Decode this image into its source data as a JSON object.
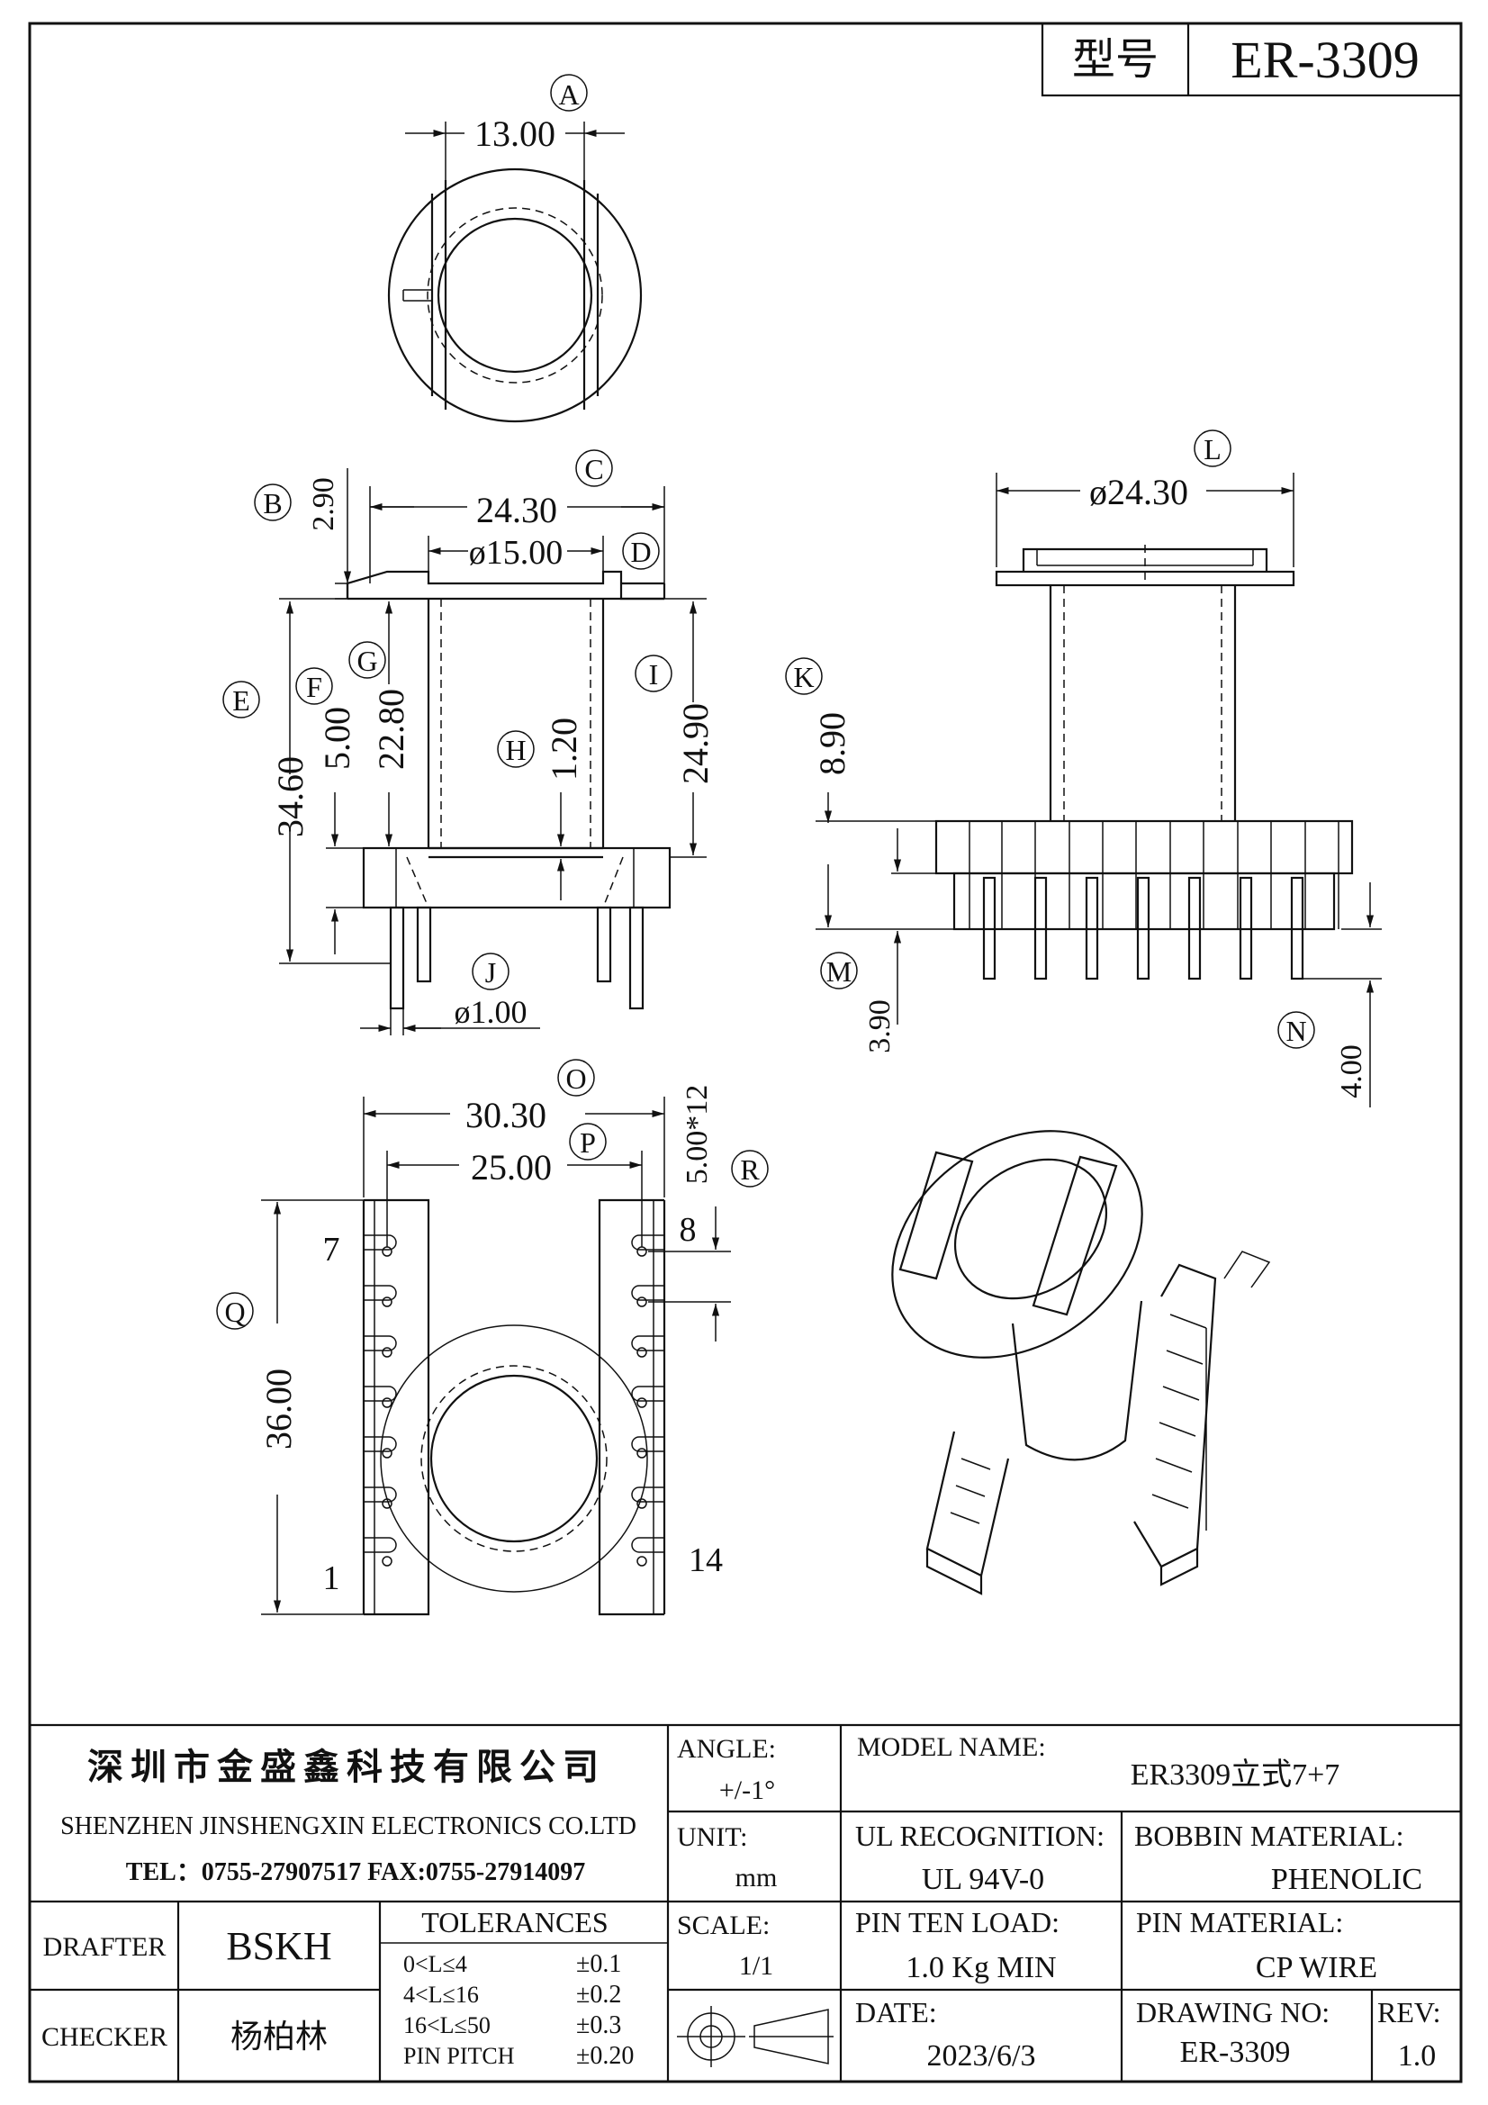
{
  "title_box": {
    "label": "型号",
    "model": "ER-3309"
  },
  "dimensions": {
    "A": {
      "tag": "A",
      "value": "13.00"
    },
    "B": {
      "tag": "B",
      "value": "2.90"
    },
    "C": {
      "tag": "C",
      "value": "24.30"
    },
    "D": {
      "tag": "D",
      "value": "ø15.00"
    },
    "E": {
      "tag": "E",
      "value": "34.60"
    },
    "F": {
      "tag": "F",
      "value": "5.00"
    },
    "G": {
      "tag": "G",
      "value": "22.80"
    },
    "H": {
      "tag": "H",
      "value": "1.20"
    },
    "I": {
      "tag": "I",
      "value": "24.90"
    },
    "J": {
      "tag": "J",
      "value": "ø1.00"
    },
    "K": {
      "tag": "K",
      "value": "8.90"
    },
    "L": {
      "tag": "L",
      "value": "ø24.30"
    },
    "M": {
      "tag": "M",
      "value": "3.90"
    },
    "N": {
      "tag": "N",
      "value": "4.00"
    },
    "O": {
      "tag": "O",
      "value": "30.30"
    },
    "P": {
      "tag": "P",
      "value": "25.00"
    },
    "Q": {
      "tag": "Q",
      "value": "36.00"
    },
    "R": {
      "tag": "R",
      "value": "5.00*12"
    }
  },
  "pins": {
    "p7": "7",
    "p8": "8",
    "p1": "1",
    "p14": "14"
  },
  "company": {
    "cn": "深圳市金盛鑫科技有限公司",
    "en": "SHENZHEN JINSHENGXIN ELECTRONICS CO.LTD",
    "contact": "TEL：0755-27907517  FAX:0755-27914097"
  },
  "block": {
    "angle_label": "ANGLE:",
    "angle_value": "+/-1°",
    "unit_label": "UNIT:",
    "unit_value": "mm",
    "scale_label": "SCALE:",
    "scale_value": "1/1",
    "model_name_label": "MODEL NAME:",
    "model_name_value": "ER3309立式7+7",
    "ul_label": "UL RECOGNITION:",
    "ul_value": "UL 94V-0",
    "bobbin_label": "BOBBIN MATERIAL:",
    "bobbin_value": "PHENOLIC",
    "pin_load_label": "PIN TEN LOAD:",
    "pin_load_value": "1.0 Kg MIN",
    "pin_material_label": "PIN MATERIAL:",
    "pin_material_value": "CP WIRE",
    "date_label": "DATE:",
    "date_value": "2023/6/3",
    "drawing_no_label": "DRAWING NO:",
    "drawing_no_value": "ER-3309",
    "rev_label": "REV:",
    "rev_value": "1.0",
    "drafter_label": "DRAFTER",
    "drafter_value": "BSKH",
    "checker_label": "CHECKER",
    "checker_value": "杨柏林",
    "tolerances_title": "TOLERANCES",
    "tolerances": [
      {
        "range": "0<L≤4",
        "tol": "±0.1"
      },
      {
        "range": "4<L≤16",
        "tol": "±0.2"
      },
      {
        "range": "16<L≤50",
        "tol": "±0.3"
      },
      {
        "range": "PIN PITCH",
        "tol": "±0.20"
      }
    ]
  }
}
